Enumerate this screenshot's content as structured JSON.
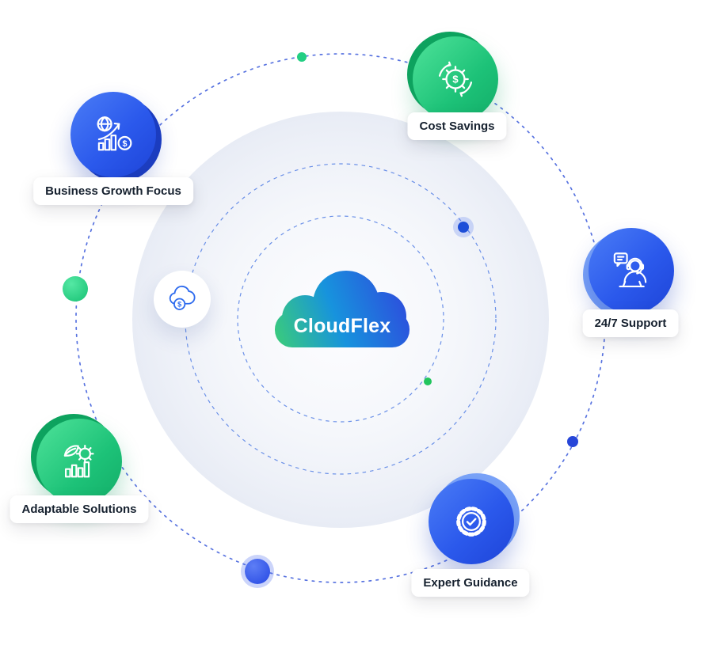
{
  "diagram": {
    "center": {
      "brand": "CloudFlex",
      "shape": "cloud",
      "gradient": [
        "#3bcd79",
        "#1793dd",
        "#2f47dd"
      ]
    },
    "hub_icon": {
      "name": "cloud-dollar-icon",
      "color": "#2e6bee"
    },
    "nodes": [
      {
        "label": "Cost Savings",
        "icon": "gear-dollar-icon",
        "color": "#1dc278"
      },
      {
        "label": "Business Growth Focus",
        "icon": "growth-chart-icon",
        "color": "#2b59ec"
      },
      {
        "label": "24/7 Support",
        "icon": "support-agent-icon",
        "color": "#2b59ec"
      },
      {
        "label": "Adaptable Solutions",
        "icon": "adaptable-gear-icon",
        "color": "#1dc278"
      },
      {
        "label": "Expert Guidance",
        "icon": "badge-check-icon",
        "color": "#2b59ec"
      }
    ],
    "colors": {
      "green": "#1dc278",
      "blue": "#2b59ec",
      "orbit_line": "#3b5bdb",
      "disc": "#edf0f7"
    }
  }
}
